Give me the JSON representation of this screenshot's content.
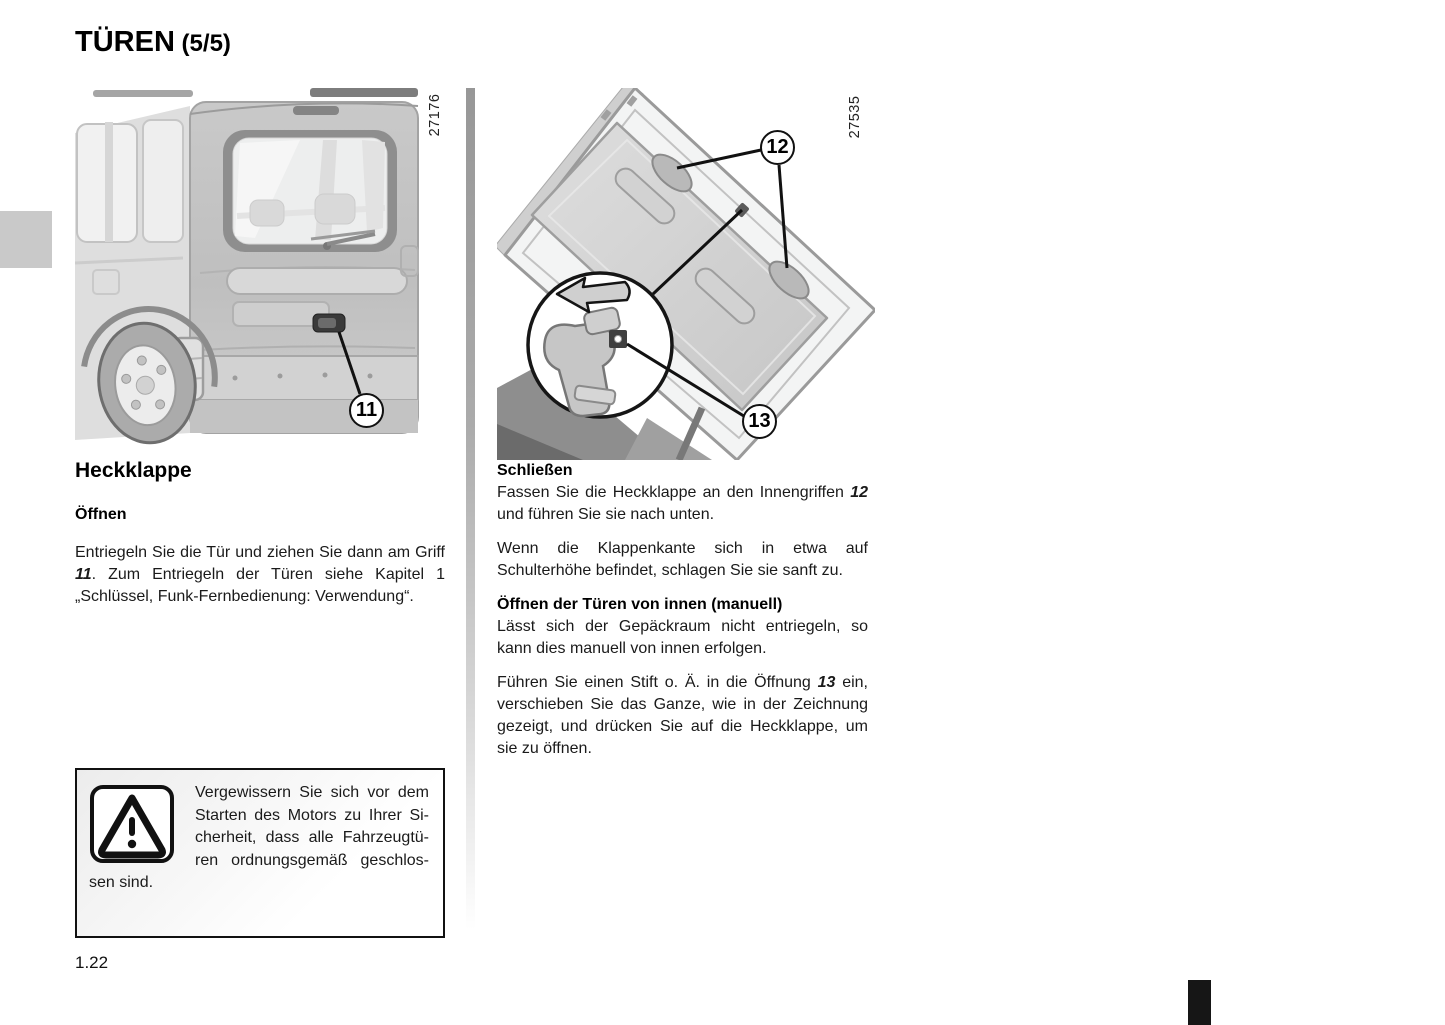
{
  "header": {
    "title_main": "TÜREN",
    "title_suffix": " (5/5)"
  },
  "figures": {
    "left": {
      "figure_number": "27176",
      "callout_handle": "11"
    },
    "right": {
      "figure_number": "27535",
      "callout_grips": "12",
      "callout_opening": "13"
    }
  },
  "left_column": {
    "section_heading": "Heckklappe",
    "open_heading": "Öffnen",
    "open_paragraph": [
      {
        "t": "Entriegeln Sie die Tür und ziehen Sie dann am Griff "
      },
      {
        "t": "11",
        "b": true
      },
      {
        "t": ". Zum Entriegeln der Türen siehe Kapitel 1 „Schlüssel, Funk-Fernbedienung: Verwendung“."
      }
    ]
  },
  "right_column": {
    "close_heading": "Schließen",
    "close_p1": [
      {
        "t": "Fassen Sie die Heckklappe an den Innen­griffen "
      },
      {
        "t": "12",
        "b": true
      },
      {
        "t": " und führen Sie sie nach unten."
      }
    ],
    "close_p2": "Wenn die Klappenkante sich in etwa auf Schulterhöhe befindet, schlagen Sie sie sanft zu.",
    "inner_heading": "Öffnen der Türen von innen (manuell)",
    "inner_p1": "Lässt sich der Gepäckraum nicht entriegeln, so kann dies manuell von innen erfolgen.",
    "inner_p2": [
      {
        "t": "Führen Sie einen Stift o. Ä. in die Öffnung "
      },
      {
        "t": "13",
        "b": true
      },
      {
        "t": " ein, verschieben Sie das Ganze, wie in der Zeichnung gezeigt, und drücken Sie auf die Heckklappe, um sie zu öffnen."
      }
    ]
  },
  "warning": {
    "text": "Vergewissern Sie sich vor dem Starten des Motors zu Ihrer Si­cherheit, dass alle Fahrzeugtü­ren ordnungsgemäß geschlos­sen sind."
  },
  "footer": {
    "page_number": "1.22"
  }
}
